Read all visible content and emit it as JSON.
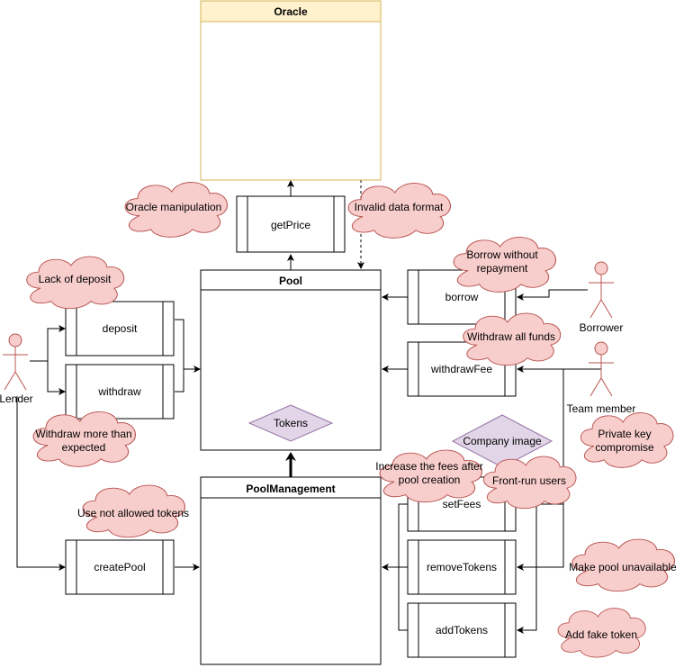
{
  "containers": {
    "oracle": "Oracle",
    "pool": "Pool",
    "pool_management": "PoolManagement"
  },
  "processes": {
    "get_price": "getPrice",
    "deposit": "deposit",
    "withdraw": "withdraw",
    "borrow": "borrow",
    "withdraw_fee": "withdrawFee",
    "create_pool": "createPool",
    "set_fees": "setFees",
    "remove_tokens": "removeTokens",
    "add_tokens": "addTokens"
  },
  "assets": {
    "tokens": "Tokens",
    "company_image": "Company image"
  },
  "actors": {
    "lender": "Lender",
    "borrower": "Borrower",
    "team_member": "Team member"
  },
  "threats": {
    "oracle_manipulation": "Oracle manipulation",
    "invalid_data_format": "Invalid data format",
    "lack_of_deposit": "Lack of deposit",
    "borrow_without_repayment_1": "Borrow without",
    "borrow_without_repayment_2": "repayment",
    "withdraw_all_funds": "Withdraw all funds",
    "withdraw_more_1": "Withdraw more than",
    "withdraw_more_2": "expected",
    "private_key_1": "Private key",
    "private_key_2": "compromise",
    "increase_fees_1": "Increase the fees after",
    "increase_fees_2": "pool creation",
    "front_run_users": "Front-run users",
    "use_not_allowed_tokens": "Use not allowed tokens",
    "make_pool_unavailable": "Make pool unavailable",
    "add_fake_token": "Add fake token"
  },
  "colors": {
    "oracle_header_fill": "#fff2cc",
    "oracle_border": "#d6b656",
    "threat_fill": "#f8cecc",
    "threat_stroke": "#b85450",
    "asset_fill": "#e1d5e7",
    "asset_stroke": "#9673a6",
    "actor_fill": "#f8cecc",
    "actor_stroke": "#b85450"
  }
}
